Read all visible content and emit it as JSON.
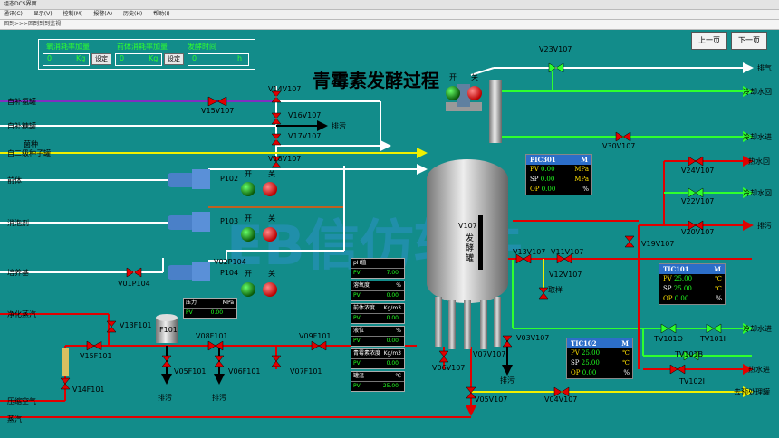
{
  "window": {
    "title": "组态DCS界面"
  },
  "menu": [
    "通讯(C)",
    "显示(V)",
    "控制(M)",
    "报警(A)",
    "历史(H)",
    "帮助(I)"
  ],
  "path": "回到>>>回到到到监视",
  "page_title": "青霉素发酵过程",
  "nav": {
    "prev": "上一页",
    "next": "下一页"
  },
  "params": [
    {
      "label": "氧消耗率加量",
      "value": "0",
      "unit": "Kg",
      "btn": "设定"
    },
    {
      "label": "前体消耗率加量",
      "value": "0",
      "unit": "Kg",
      "btn": "设定"
    },
    {
      "label": "发酵时间",
      "value": "0",
      "unit": "h"
    }
  ],
  "left_labels": {
    "ammonia": "自补氨罐",
    "sugar": "自补糖罐",
    "seed1": "菌种",
    "seed2": "自二级种子罐",
    "precursor": "前体",
    "defoam": "消泡剂",
    "medium": "培养基",
    "steam": "净化蒸汽",
    "air": "压缩空气",
    "steam2": "蒸汽"
  },
  "valves": {
    "v14": "V14V107",
    "v15": "V15V107",
    "v16": "V16V107",
    "v17": "V17V107",
    "v18": "V18V107",
    "v23": "V23V107",
    "v30": "V30V107",
    "v24": "V24V107",
    "v22": "V22V107",
    "v20": "V20V107",
    "v19": "V19V107",
    "v13": "V13V107",
    "v11": "V11V107",
    "v12": "V12V107",
    "v01": "V01P104",
    "v02": "V02P104",
    "v13f": "V13F101",
    "v15f": "V15F101",
    "v14f": "V14F101",
    "v08f": "V08F101",
    "v09f": "V09F101",
    "v05f": "V05F101",
    "v06f": "V06F101",
    "v07f": "V07F101",
    "v06v": "V06V107",
    "v07v": "V07V107",
    "v05v": "V05V107",
    "v04v": "V04V107",
    "v03v": "V03V107",
    "tv101o": "TV101O",
    "tv101i": "TV101I",
    "tv101b": "TV101B",
    "tv102i": "TV102I",
    "v107": "V107",
    "f101": "F101"
  },
  "pumps": {
    "p102": "P102",
    "p103": "P103",
    "p104": "P104"
  },
  "switch": {
    "on": "开",
    "off": "关"
  },
  "right_labels": {
    "exhaust": "排气",
    "cw_return": "冷却水回",
    "cw_in": "冷却水进",
    "hot_return": "热水回",
    "drain": "排污",
    "hot_in": "热水进",
    "to_pre": "去预处理罐",
    "sample": "取样",
    "drain2": "排污",
    "drain3": "排污",
    "drain4": "排污",
    "drain5": "排污"
  },
  "reactor": "发酵罐",
  "pressure": {
    "label": "压力",
    "unit": "MPa",
    "pv_label": "PV",
    "pv": "0.00"
  },
  "indicators": [
    {
      "t": "pH值",
      "u": "",
      "pv": "7.00"
    },
    {
      "t": "溶氧度",
      "u": "%",
      "pv": "0.00"
    },
    {
      "t": "前体浓度",
      "u": "Kg/m3",
      "pv": "0.00"
    },
    {
      "t": "液位",
      "u": "%",
      "pv": "0.00"
    },
    {
      "t": "青霉素浓度",
      "u": "Kg/m3",
      "pv": "0.00"
    },
    {
      "t": "罐温",
      "u": "℃",
      "pv": "25.00"
    }
  ],
  "pic301": {
    "name": "PIC301",
    "mode": "M",
    "pv": "0.00",
    "sp": "0.00",
    "op": "0.00",
    "unit": "MPa",
    "op_unit": "%"
  },
  "tic101": {
    "name": "TIC101",
    "mode": "M",
    "pv": "25.00",
    "sp": "25.00",
    "op": "0.00",
    "unit": "℃",
    "op_unit": "%"
  },
  "tic102": {
    "name": "TIC102",
    "mode": "M",
    "pv": "25.00",
    "sp": "25.00",
    "op": "0.00",
    "unit": "℃",
    "op_unit": "%"
  },
  "watermark": "EB信仿软件"
}
